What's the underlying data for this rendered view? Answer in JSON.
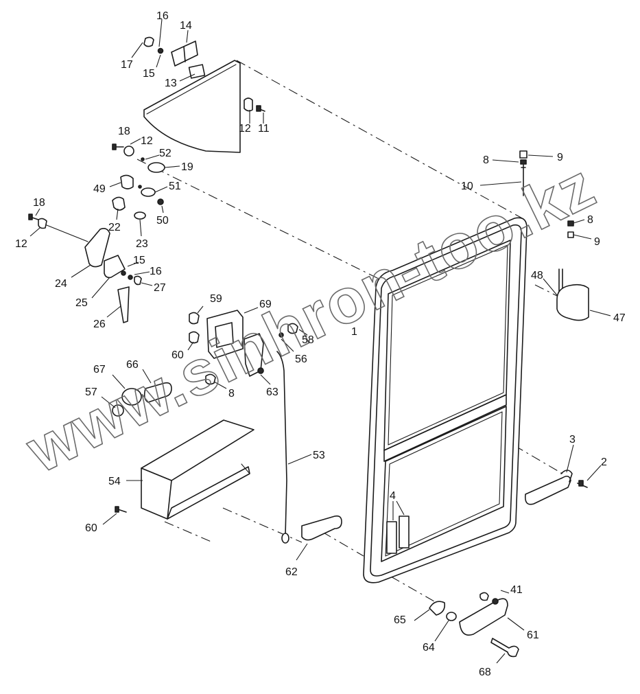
{
  "watermark": "www.sinhron-too.kz",
  "callouts": {
    "c1": "1",
    "c2": "2",
    "c3": "3",
    "c4": "4",
    "c8a": "8",
    "c8b": "8",
    "c8c": "8",
    "c9a": "9",
    "c9b": "9",
    "c10": "10",
    "c11": "11",
    "c12a": "12",
    "c12b": "12",
    "c12c": "12",
    "c13": "13",
    "c14": "14",
    "c15a": "15",
    "c15b": "15",
    "c16a": "16",
    "c16b": "16",
    "c17": "17",
    "c18a": "18",
    "c18b": "18",
    "c19": "19",
    "c22": "22",
    "c23": "23",
    "c24": "24",
    "c25": "25",
    "c26": "26",
    "c27": "27",
    "c41": "41",
    "c47": "47",
    "c48": "48",
    "c49": "49",
    "c50": "50",
    "c51": "51",
    "c52": "52",
    "c53": "53",
    "c54": "54",
    "c56": "56",
    "c57": "57",
    "c58": "58",
    "c59": "59",
    "c60a": "60",
    "c60b": "60",
    "c61": "61",
    "c62": "62",
    "c63": "63",
    "c64": "64",
    "c65": "65",
    "c66": "66",
    "c67": "67",
    "c68": "68",
    "c69": "69"
  }
}
